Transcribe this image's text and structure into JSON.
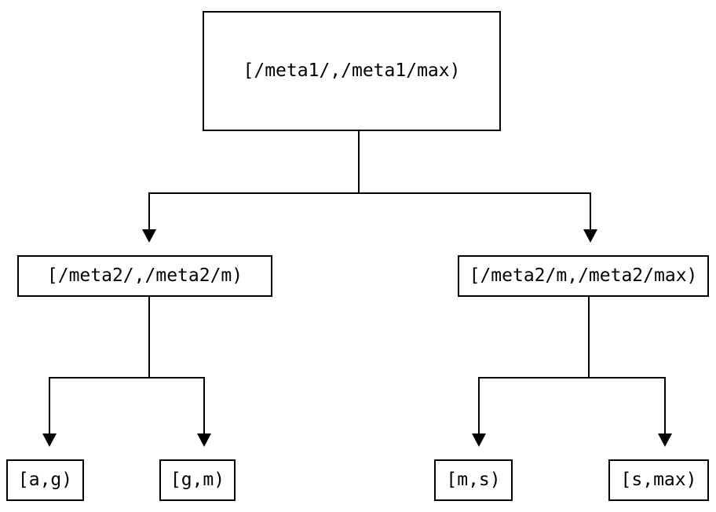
{
  "diagram": {
    "nodes": {
      "root": {
        "label": "[/meta1/,/meta1/max)"
      },
      "left": {
        "label": "[/meta2/,/meta2/m)"
      },
      "right": {
        "label": "[/meta2/m,/meta2/max)"
      },
      "leaf_ag": {
        "label": "[a,g)"
      },
      "leaf_gm": {
        "label": "[g,m)"
      },
      "leaf_ms": {
        "label": "[m,s)"
      },
      "leaf_smax": {
        "label": "[s,max)"
      }
    },
    "colors": {
      "line": "#000000",
      "background": "#ffffff",
      "text": "#000000"
    }
  }
}
